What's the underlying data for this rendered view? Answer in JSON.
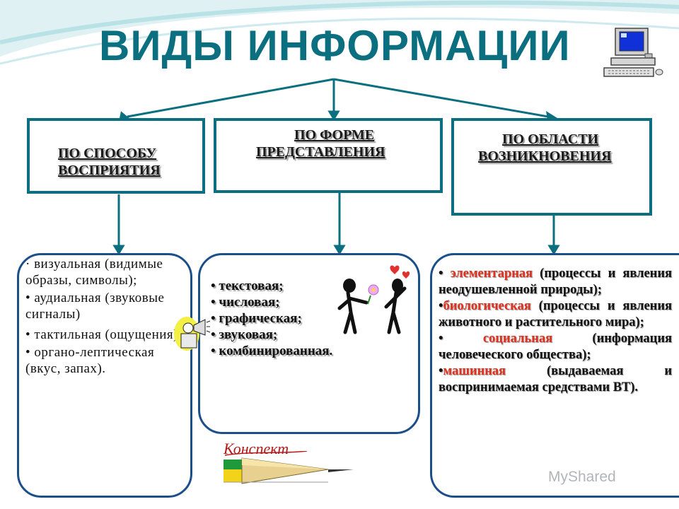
{
  "title": "ВИДЫ ИНФОРМАЦИИ",
  "categories": [
    {
      "line1": "ПО СПОСОБУ",
      "line2": "ВОСПРИЯТИЯ"
    },
    {
      "line1": "ПО ФОРМЕ",
      "line2": "ПРЕДСТАВЛЕНИЯ"
    },
    {
      "line1": "ПО ОБЛАСТИ",
      "line2": "ВОЗНИКНОВЕНИЯ"
    }
  ],
  "perception_items": [
    "· визуальная (видимые образы, символы);",
    "• аудиальная (звуковые сигналы)",
    "• тактильная (ощущения);",
    "• органо-лептическая (вкус, запах)."
  ],
  "form_items": [
    "• текстовая;",
    "• числовая;",
    "• графическая;",
    "• звуковая;",
    "• комбинированная."
  ],
  "origin_items": [
    {
      "bullet": "• ",
      "term": "элементарная",
      "rest": " (процессы и явления неодушевленной природы);"
    },
    {
      "bullet": "•",
      "term": "биологическая",
      "rest": " (процессы и явления животного и растительного мира);"
    },
    {
      "bullet": "• ",
      "term": "социальная",
      "rest": " (информация человеческого общества);"
    },
    {
      "bullet": "•",
      "term": "машинная",
      "rest": " (выдаваемая и воспринимаемая средствами ВТ)."
    }
  ],
  "konspekt_label": "Конспект",
  "watermark": "MyShared",
  "colors": {
    "title": "#0b6f80",
    "border": "#0b6f80",
    "box_border": "#1b4f8a",
    "term": "#e0301e",
    "arrow": "#0b6f80"
  }
}
